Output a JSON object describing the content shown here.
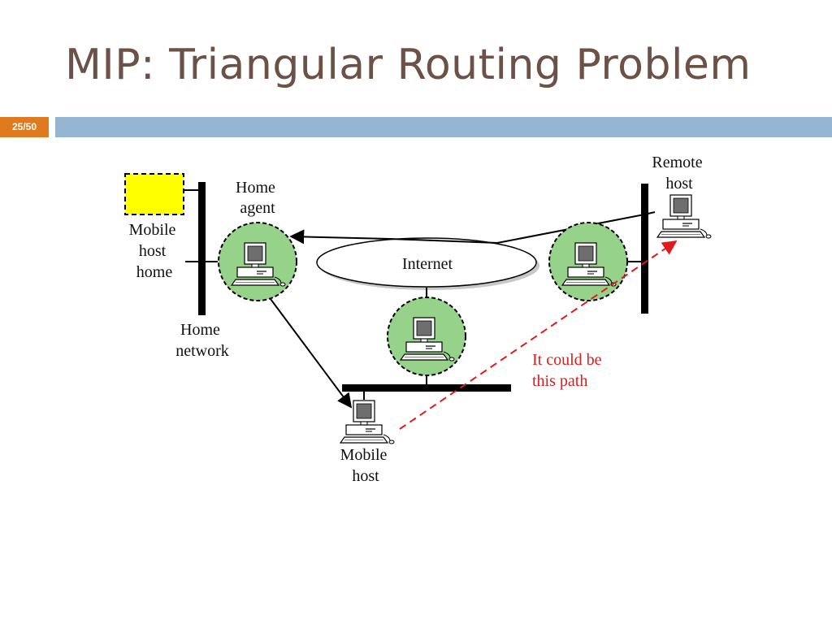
{
  "slide": {
    "title": "MIP: Triangular Routing Problem",
    "page_number": "25/50"
  },
  "diagram": {
    "labels": {
      "home_agent": [
        "Home",
        "agent"
      ],
      "remote_host": [
        "Remote",
        "host"
      ],
      "mobile_host_home": [
        "Mobile",
        "host",
        "home"
      ],
      "home_network": [
        "Home",
        "network"
      ],
      "internet": "Internet",
      "mobile_host": [
        "Mobile",
        "host"
      ],
      "alt_path": [
        "It could be",
        "this path"
      ]
    },
    "colors": {
      "node_fill": "#96d28a",
      "mobile_home_fill": "#ffff00",
      "alt_path": "#e01b1b"
    }
  }
}
